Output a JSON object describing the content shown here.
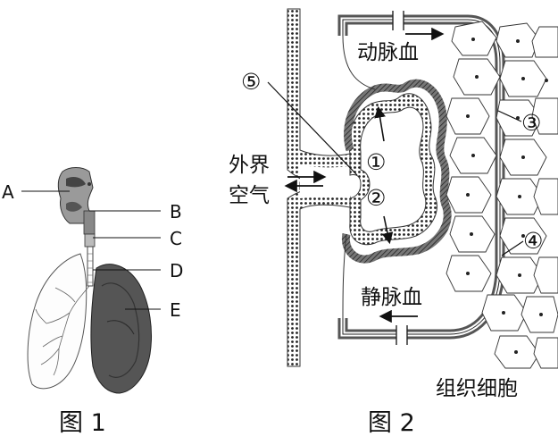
{
  "figure1": {
    "caption": "图 1",
    "labels": {
      "a": "A",
      "b": "B",
      "c": "C",
      "d": "D",
      "e": "E"
    }
  },
  "figure2": {
    "caption": "图 2",
    "arterial": "动脉血",
    "venous": "静脉血",
    "outside_air_line1": "外界",
    "outside_air_line2": "空气",
    "tissue_cells": "组织细胞",
    "markers": {
      "m1": "①",
      "m2": "②",
      "m3": "③",
      "m4": "④",
      "m5": "⑤"
    }
  }
}
